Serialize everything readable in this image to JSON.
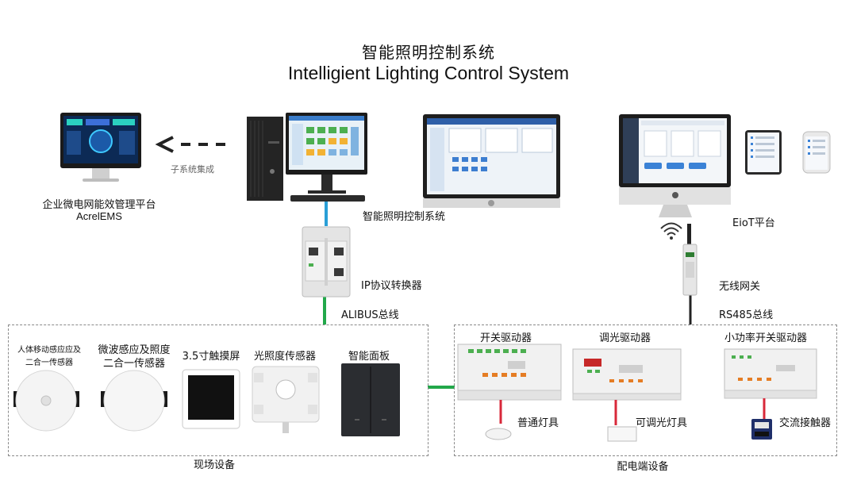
{
  "title": {
    "cn": "智能照明控制系统",
    "en": "Intelligient Lighting Control System"
  },
  "top": {
    "ems_label_cn": "企业微电网能效管理平台",
    "ems_label_en": "AcrelEMS",
    "subsystem_integration": "子系统集成",
    "control_system_label": "智能照明控制系统",
    "eiot_label": "EioT平台"
  },
  "middle": {
    "ip_converter": "IP协议转换器",
    "alibus": "ALIBUS总线",
    "wireless_gateway": "无线网关",
    "rs485": "RS485总线"
  },
  "field_devices": {
    "group_label": "现场设备",
    "items": [
      {
        "label_line1": "人体移动感应应及",
        "label_line2": "二合一传感器"
      },
      {
        "label_line1": "微波感应及照度",
        "label_line2": "二合一传感器"
      },
      {
        "label_line1": "3.5寸触摸屏",
        "label_line2": ""
      },
      {
        "label_line1": "光照度传感器",
        "label_line2": ""
      },
      {
        "label_line1": "智能面板",
        "label_line2": ""
      }
    ]
  },
  "distribution_devices": {
    "group_label": "配电端设备",
    "drivers": [
      "开关驱动器",
      "调光驱动器",
      "小功率开关驱动器"
    ],
    "loads": [
      "普通灯具",
      "可调光灯具",
      "交流接触器"
    ]
  },
  "colors": {
    "blue_link": "#2a9fd6",
    "green_link": "#22a84a",
    "red_link": "#d8283a",
    "dark_link": "#222222",
    "dash_border": "#8a8a8a"
  }
}
